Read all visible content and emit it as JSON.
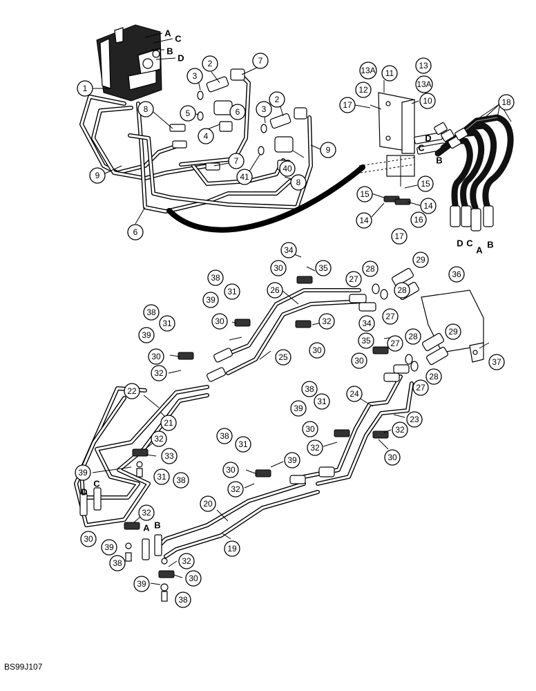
{
  "reference_code": "BS99J107",
  "port_letters": {
    "valve_a": "A",
    "valve_c": "C",
    "valve_b": "B",
    "valve_d": "D",
    "manifold_d": "D",
    "manifold_c": "C",
    "manifold_a": "A",
    "manifold_b": "B",
    "hose_end_d": "D",
    "hose_end_c": "C",
    "hose_end_a": "A",
    "hose_end_b": "B",
    "lower_left_d": "D",
    "lower_left_c": "C",
    "lower_mid_a": "A",
    "lower_mid_b": "B"
  },
  "callouts": [
    "1",
    "2",
    "3",
    "4",
    "5",
    "6",
    "7",
    "8",
    "9",
    "2",
    "3",
    "6",
    "7",
    "8",
    "9",
    "40",
    "41",
    "6",
    "13A",
    "11",
    "13",
    "12",
    "13A",
    "17",
    "10",
    "18",
    "15",
    "15",
    "14",
    "16",
    "14",
    "17",
    "34",
    "35",
    "30",
    "29",
    "36",
    "28",
    "27",
    "38",
    "31",
    "26",
    "28",
    "39",
    "32",
    "27",
    "30",
    "34",
    "29",
    "38",
    "31",
    "35",
    "27",
    "28",
    "39",
    "30",
    "25",
    "30",
    "37",
    "28",
    "27",
    "30",
    "32",
    "22",
    "24",
    "21",
    "38",
    "23",
    "31",
    "39",
    "30",
    "32",
    "32",
    "30",
    "33",
    "32",
    "39",
    "31",
    "38",
    "38",
    "31",
    "30",
    "39",
    "32",
    "20",
    "32",
    "30",
    "39",
    "19",
    "38",
    "32",
    "30",
    "39",
    "38"
  ]
}
